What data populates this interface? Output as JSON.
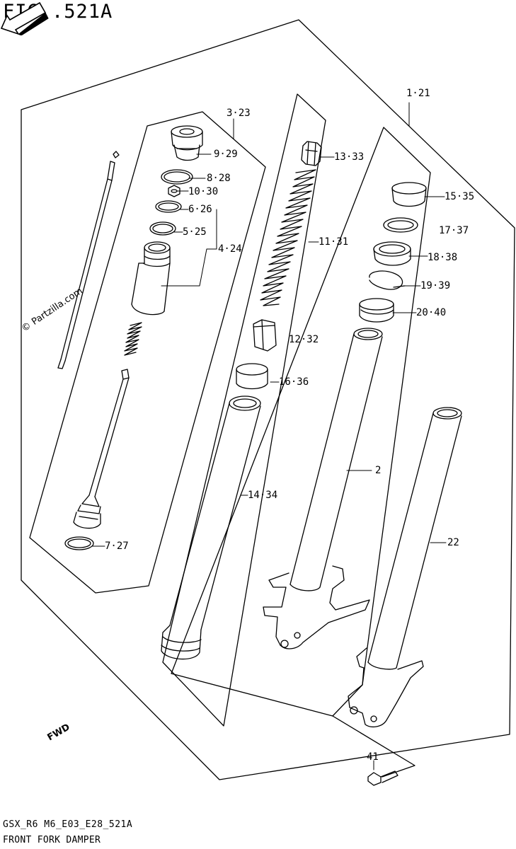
{
  "figure": {
    "title": "FIG .521A",
    "code": "GSX_R6 M6_E03_E28_521A",
    "name": "FRONT FORK DAMPER",
    "watermark": "© Partzilla.com",
    "fwd_label": "FWD"
  },
  "callouts": [
    {
      "id": "c-1-21",
      "label": "1·21"
    },
    {
      "id": "c-3-23",
      "label": "3·23"
    },
    {
      "id": "c-9-29",
      "label": "9·29"
    },
    {
      "id": "c-8-28",
      "label": "8·28"
    },
    {
      "id": "c-10-30",
      "label": "10·30"
    },
    {
      "id": "c-6-26",
      "label": "6·26"
    },
    {
      "id": "c-5-25",
      "label": "5·25"
    },
    {
      "id": "c-4-24",
      "label": "4·24"
    },
    {
      "id": "c-7-27",
      "label": "7·27"
    },
    {
      "id": "c-13-33",
      "label": "13·33"
    },
    {
      "id": "c-11-31",
      "label": "11·31"
    },
    {
      "id": "c-12-32",
      "label": "12·32"
    },
    {
      "id": "c-16-36",
      "label": "16·36"
    },
    {
      "id": "c-14-34",
      "label": "14·34"
    },
    {
      "id": "c-15-35",
      "label": "15·35"
    },
    {
      "id": "c-17-37",
      "label": "17·37"
    },
    {
      "id": "c-18-38",
      "label": "18·38"
    },
    {
      "id": "c-19-39",
      "label": "19·39"
    },
    {
      "id": "c-20-40",
      "label": "20·40"
    },
    {
      "id": "c-2",
      "label": "2"
    },
    {
      "id": "c-22",
      "label": "22"
    },
    {
      "id": "c-41",
      "label": "41"
    }
  ]
}
